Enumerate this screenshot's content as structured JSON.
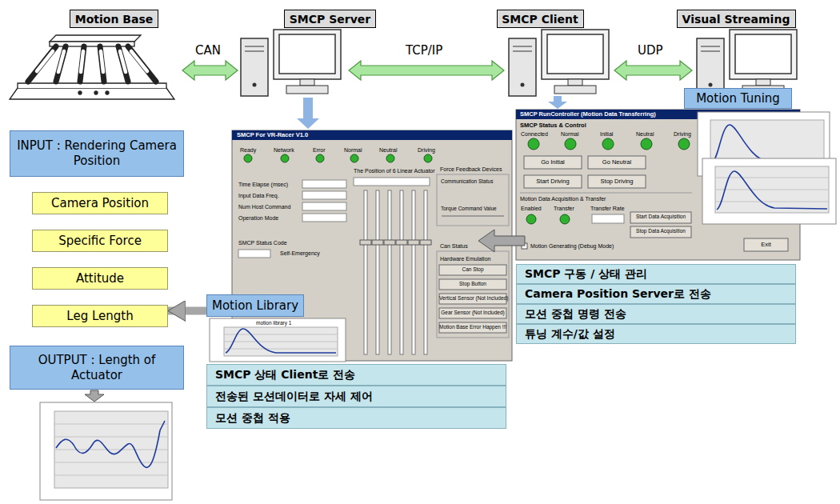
{
  "diagram": {
    "nodes": [
      {
        "text": [
          "Motion Base"
        ]
      },
      {
        "text": [
          "SMCP Server"
        ]
      },
      {
        "text": [
          "SMCP Client"
        ]
      },
      {
        "text": [
          "Visual Streaming"
        ]
      },
      {
        "text": [
          "INPUT : Rendering Camera Position"
        ]
      },
      {
        "text": [
          "Motion Tuning"
        ]
      },
      {
        "text": [
          "Camera Position"
        ]
      },
      {
        "text": [
          "Specific Force"
        ]
      },
      {
        "text": [
          "Motion Library"
        ]
      },
      {
        "text": [
          "Attitude"
        ]
      },
      {
        "text": [
          "Leg Length"
        ]
      },
      {
        "text": [
          "OUTPUT : Length of Actuator"
        ]
      },
      {
        "text": [
          "SMCP 상태 Client로 전송"
        ]
      },
      {
        "text": [
          "전송된 모션데이터로 자세 제어"
        ]
      },
      {
        "text": [
          "모션 중첩 적용"
        ]
      },
      {
        "text": [
          "SMCP 구동 / 상태 관리"
        ]
      },
      {
        "text": [
          "Camera Position Server로 전송"
        ]
      },
      {
        "text": [
          "모션 중첩 명령 전송"
        ]
      },
      {
        "text": [
          "튜닝 계수/값 설정"
        ]
      }
    ],
    "edges": [
      {
        "from": 8,
        "to": 10,
        "arrow": "to"
      }
    ],
    "labels": [
      "CAN",
      "TCP/IP",
      "UDP",
      "SMCP For VR-Racer V1.0",
      "Ready",
      "Network",
      "Error",
      "Normal",
      "Neutral",
      "Driving",
      "Time Elapse (msec)",
      "Input Data Freq.",
      "Num Host Command",
      "Operation Mode",
      "SMCP Status Code",
      "Self-Emergency",
      "The Position of 6 Linear Actuator",
      "Force Feedback Devices",
      "Communication Status",
      "Torque Command Value",
      "Can Status",
      "Hardware Emulation",
      "Can Stop",
      "Stop Button",
      "Vertical Sensor (Not Included)",
      "Gear Sensor (Not Included)",
      "Motion Base Error Happen !!!",
      "SMCP RunController (Motion Data Transferring)",
      "SMCP Status & Control",
      "Connected",
      "Normal",
      "Initial",
      "Neutral",
      "Driving",
      "Go Initial",
      "Go Neutral",
      "Start Driving",
      "Stop Driving",
      "Motion Data Acquisition & Transfer",
      "Enabled",
      "Transfer",
      "Transfer Rate",
      "Start Data Acquisition",
      "Stop Data Acquisition",
      "Motion Generating (Debug Mode)",
      "Exit",
      "motion library 1"
    ]
  }
}
